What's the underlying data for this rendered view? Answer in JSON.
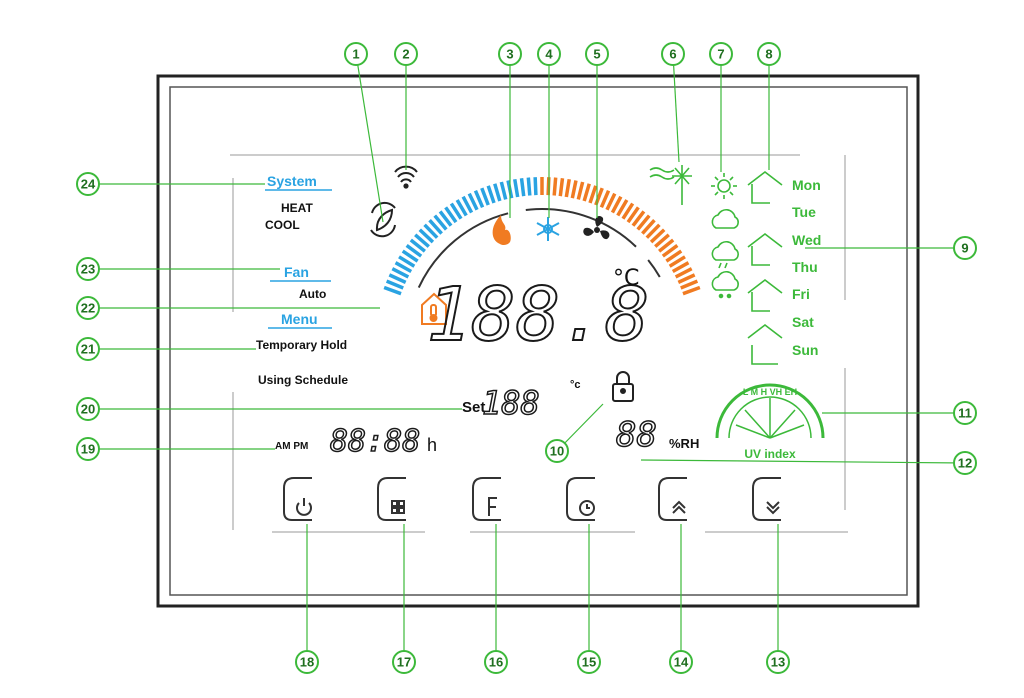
{
  "colors": {
    "blue": "#2aa3e2",
    "orange": "#f07b22",
    "green": "#3cb93a",
    "dark": "#111111",
    "gray": "#9a9a9a"
  },
  "callouts": [
    "1",
    "2",
    "3",
    "4",
    "5",
    "6",
    "7",
    "8",
    "9",
    "10",
    "11",
    "12",
    "13",
    "14",
    "15",
    "16",
    "17",
    "18",
    "19",
    "20",
    "21",
    "22",
    "23",
    "24"
  ],
  "left_panel": {
    "system_label": "System",
    "heat": "HEAT",
    "cool": "COOL",
    "fan_label": "Fan",
    "fan_mode": "Auto",
    "menu_label": "Menu",
    "temporary_hold": "Temporary Hold",
    "using_schedule": "Using Schedule"
  },
  "display": {
    "main_digits": "188.8",
    "unit": "°C",
    "set_label": "Set",
    "set_digits": "188",
    "set_unit": "°c",
    "humidity_digits": "88",
    "humidity_unit": "%RH",
    "clock_ampm": "AM PM",
    "clock_digits": "88:88",
    "clock_unit": "h"
  },
  "days": [
    "Mon",
    "Tue",
    "Wed",
    "Thu",
    "Fri",
    "Sat",
    "Sun"
  ],
  "uv": {
    "label": "UV index",
    "scale": "L M H VH EH"
  },
  "icons": [
    "leaf-icon",
    "wifi-icon",
    "flame-icon",
    "snowflake-icon",
    "fan-icon",
    "wind-icon",
    "sun-icon",
    "cloud-icon",
    "rain-icon",
    "snow-icon",
    "lock-icon",
    "house-temp-icon",
    "power-icon",
    "menu-grid-icon",
    "f-icon",
    "clock-icon",
    "chevron-up-icon",
    "chevron-down-icon"
  ]
}
